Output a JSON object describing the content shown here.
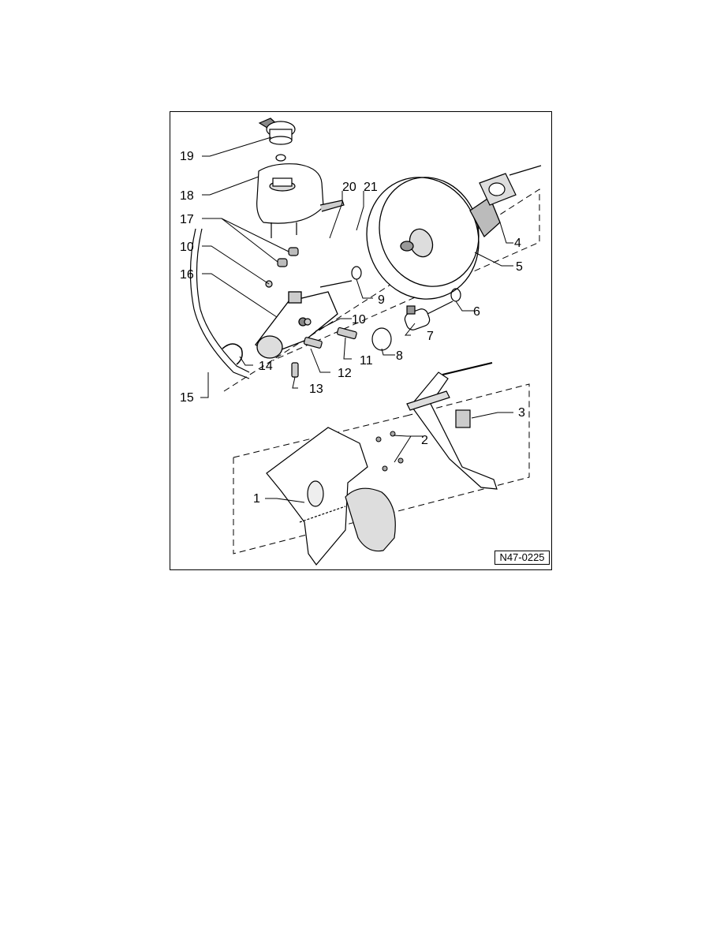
{
  "figure": {
    "id": "N47-0225",
    "callouts": {
      "c1": "1",
      "c2": "2",
      "c3": "3",
      "c4": "4",
      "c5": "5",
      "c6": "6",
      "c7": "7",
      "c8": "8",
      "c9": "9",
      "c10a": "10",
      "c10b": "10",
      "c11": "11",
      "c12": "12",
      "c13": "13",
      "c14": "14",
      "c15": "15",
      "c16": "16",
      "c17": "17",
      "c18": "18",
      "c19": "19",
      "c20": "20",
      "c21": "21"
    }
  }
}
